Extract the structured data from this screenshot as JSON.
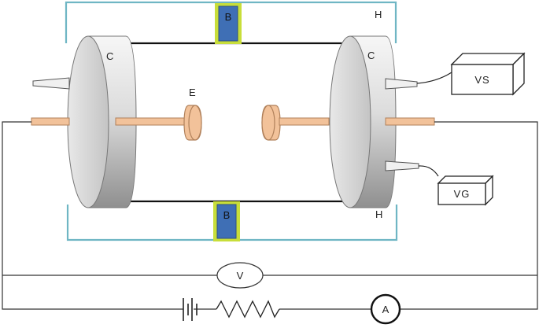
{
  "labels": {
    "holder_top": "H",
    "holder_bottom": "H",
    "magnet_top": "B",
    "magnet_bottom": "B",
    "cap_left": "C",
    "cap_right": "C",
    "electrode": "E",
    "gauge_s": "VS",
    "gauge_g": "VG",
    "voltmeter": "V",
    "ammeter": "A"
  },
  "colors": {
    "holder_frame": "#6fb6c4",
    "magnet_fill": "#3f6fb5",
    "magnet_border": "#c8de3a",
    "electrode": "#f2c29a",
    "electrode_stroke": "#b0805a",
    "cap_light": "#f4f4f4",
    "cap_dark": "#9a9a9a",
    "wire": "#333333"
  }
}
